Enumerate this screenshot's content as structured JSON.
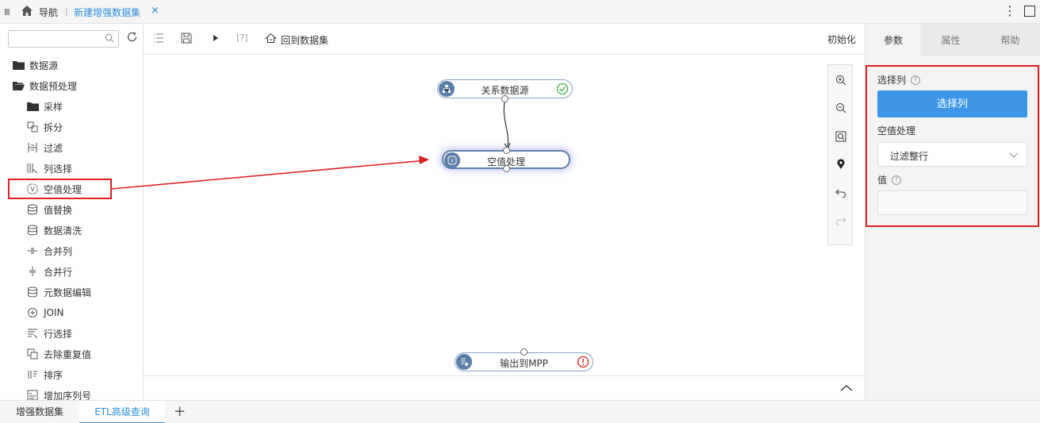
{
  "topbar": {
    "nav_label": "导航",
    "active_tab": "新建增强数据集",
    "close_symbol": "×",
    "more_symbol": "⋮"
  },
  "sidebar": {
    "search_placeholder": "",
    "items": [
      {
        "label": "数据源",
        "icon": "folder-icon"
      },
      {
        "label": "数据预处理",
        "icon": "folder-open-icon"
      },
      {
        "label": "采样",
        "icon": "folder-icon"
      },
      {
        "label": "拆分",
        "icon": "split-icon"
      },
      {
        "label": "过滤",
        "icon": "filter-icon"
      },
      {
        "label": "列选择",
        "icon": "column-select-icon"
      },
      {
        "label": "空值处理",
        "icon": "null-handle-icon"
      },
      {
        "label": "值替换",
        "icon": "database-icon"
      },
      {
        "label": "数据清洗",
        "icon": "database-icon"
      },
      {
        "label": "合并列",
        "icon": "merge-column-icon"
      },
      {
        "label": "合并行",
        "icon": "merge-row-icon"
      },
      {
        "label": "元数据编辑",
        "icon": "database-icon"
      },
      {
        "label": "JOIN",
        "icon": "plus-circle-icon"
      },
      {
        "label": "行选择",
        "icon": "row-select-icon"
      },
      {
        "label": "去除重复值",
        "icon": "dedupe-icon"
      },
      {
        "label": "排序",
        "icon": "sort-icon"
      },
      {
        "label": "增加序列号",
        "icon": "serial-icon"
      }
    ]
  },
  "toolbar": {
    "back_label": "回到数据集",
    "init_label": "初始化",
    "bracket_label": "[?]"
  },
  "canvas": {
    "nodes": [
      {
        "label": "关系数据源",
        "status": "success"
      },
      {
        "label": "空值处理",
        "status": "selected"
      },
      {
        "label": "输出到MPP",
        "status": "error"
      }
    ]
  },
  "rpanel": {
    "tabs": [
      "参数",
      "属性",
      "帮助"
    ],
    "active_tab": "参数",
    "expand_symbol": "»",
    "select_column_label": "选择列",
    "select_column_button": "选择列",
    "null_handling_label": "空值处理",
    "null_handling_value": "过滤整行",
    "value_label": "值",
    "value_input": ""
  },
  "bottom_tabs": {
    "tabs": [
      "增强数据集",
      "ETL高级查询"
    ],
    "active": "ETL高级查询",
    "add_symbol": "+"
  },
  "colors": {
    "accent": "#2f8fd8",
    "primary_button": "#3d96e8",
    "highlight_red": "#e02020",
    "node_icon": "#5a7ea6",
    "success": "#3cb043",
    "error": "#e02020"
  }
}
